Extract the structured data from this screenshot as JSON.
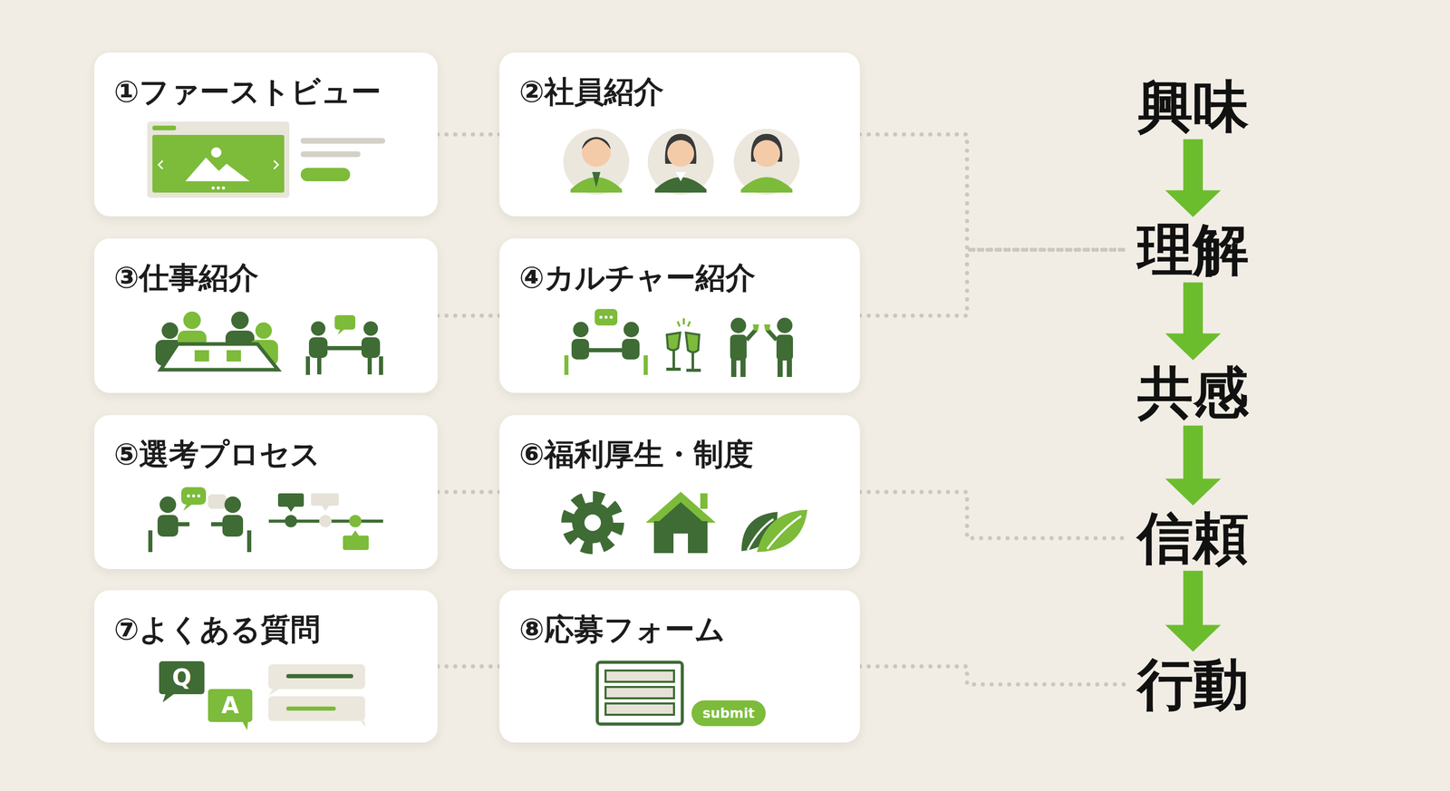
{
  "diagram": {
    "nodes": [
      {
        "text": [
          "①ファーストビュー"
        ]
      },
      {
        "text": [
          "②社員紹介"
        ]
      },
      {
        "text": [
          "③仕事紹介"
        ]
      },
      {
        "text": [
          "④カルチャー紹介"
        ]
      },
      {
        "text": [
          "⑤選考プロセス"
        ]
      },
      {
        "text": [
          "⑥福利厚生・制度"
        ]
      },
      {
        "text": [
          "⑦よくある質問"
        ]
      },
      {
        "text": [
          "⑧応募フォーム"
        ]
      },
      {
        "text": [
          "興味"
        ]
      },
      {
        "text": [
          "理解"
        ]
      },
      {
        "text": [
          "共感"
        ]
      },
      {
        "text": [
          "信頼"
        ]
      },
      {
        "text": [
          "行動"
        ]
      }
    ],
    "edges": [
      {
        "from": 0,
        "to": 1,
        "arrow": "none"
      },
      {
        "from": 2,
        "to": 3,
        "arrow": "none"
      },
      {
        "from": 4,
        "to": 5,
        "arrow": "none"
      },
      {
        "from": 6,
        "to": 7,
        "arrow": "none"
      },
      {
        "from": 1,
        "to": 9,
        "arrow": "none"
      },
      {
        "from": 3,
        "to": 9,
        "arrow": "none"
      },
      {
        "from": 5,
        "to": 11,
        "arrow": "none"
      },
      {
        "from": 7,
        "to": 12,
        "arrow": "none"
      },
      {
        "from": 8,
        "to": 9,
        "arrow": "to"
      },
      {
        "from": 9,
        "to": 10,
        "arrow": "to"
      },
      {
        "from": 10,
        "to": 11,
        "arrow": "to"
      },
      {
        "from": 11,
        "to": 12,
        "arrow": "to"
      }
    ],
    "labels": [
      "Q",
      "A",
      "submit"
    ]
  }
}
